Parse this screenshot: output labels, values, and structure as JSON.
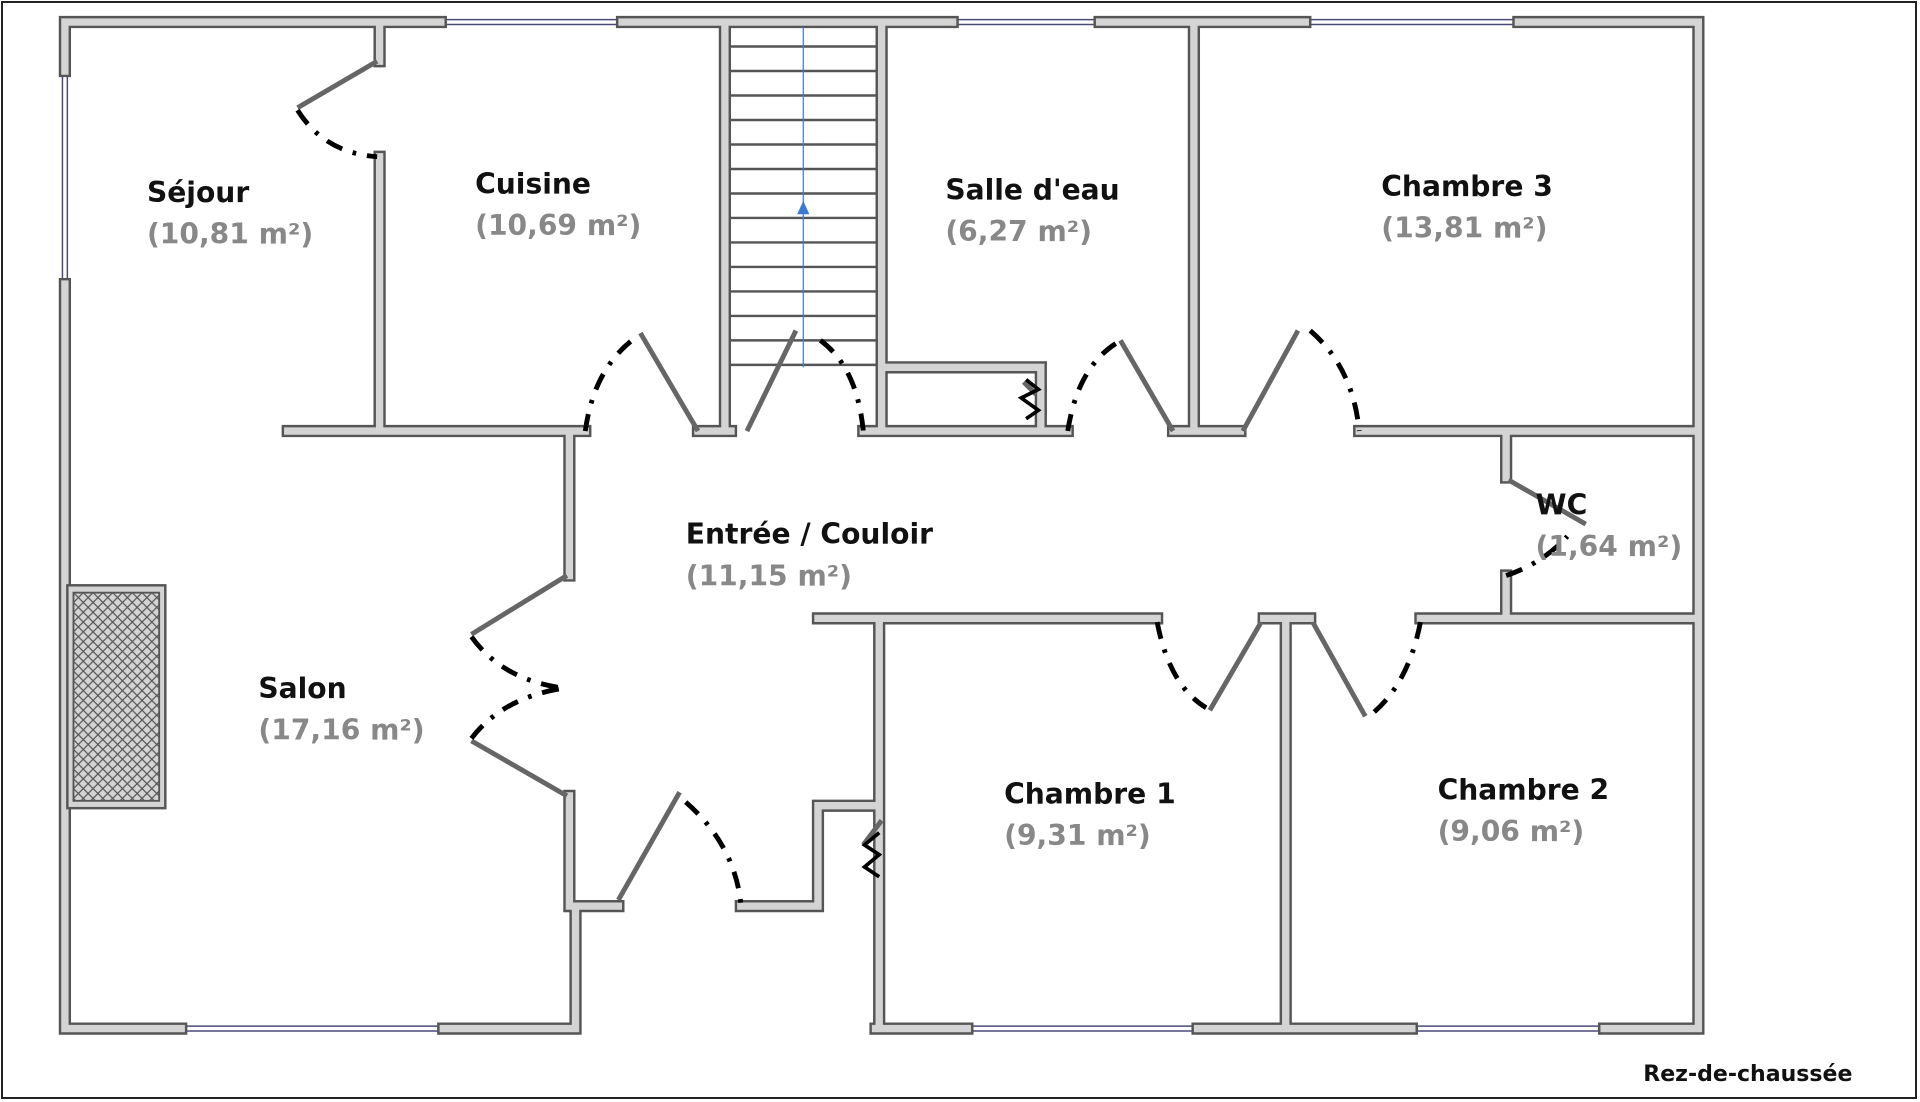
{
  "plan": {
    "title": "Rez-de-chaussée",
    "rooms": [
      {
        "name": "Séjour",
        "area": "(10,81 m²)"
      },
      {
        "name": "Cuisine",
        "area": "(10,69 m²)"
      },
      {
        "name": "Salle d'eau",
        "area": "(6,27 m²)"
      },
      {
        "name": "Chambre 3",
        "area": "(13,81 m²)"
      },
      {
        "name": "WC",
        "area": "(1,64 m²)"
      },
      {
        "name": "Entrée / Couloir",
        "area": "(11,15 m²)"
      },
      {
        "name": "Salon",
        "area": "(17,16 m²)"
      },
      {
        "name": "Chambre 1",
        "area": "(9,31 m²)"
      },
      {
        "name": "Chambre 2",
        "area": "(9,06 m²)"
      }
    ]
  },
  "colors": {
    "wall_fill": "#d4d4d4",
    "wall_outline": "#555555",
    "stair_arrow": "#3a7bd5",
    "area_text": "#888888"
  }
}
